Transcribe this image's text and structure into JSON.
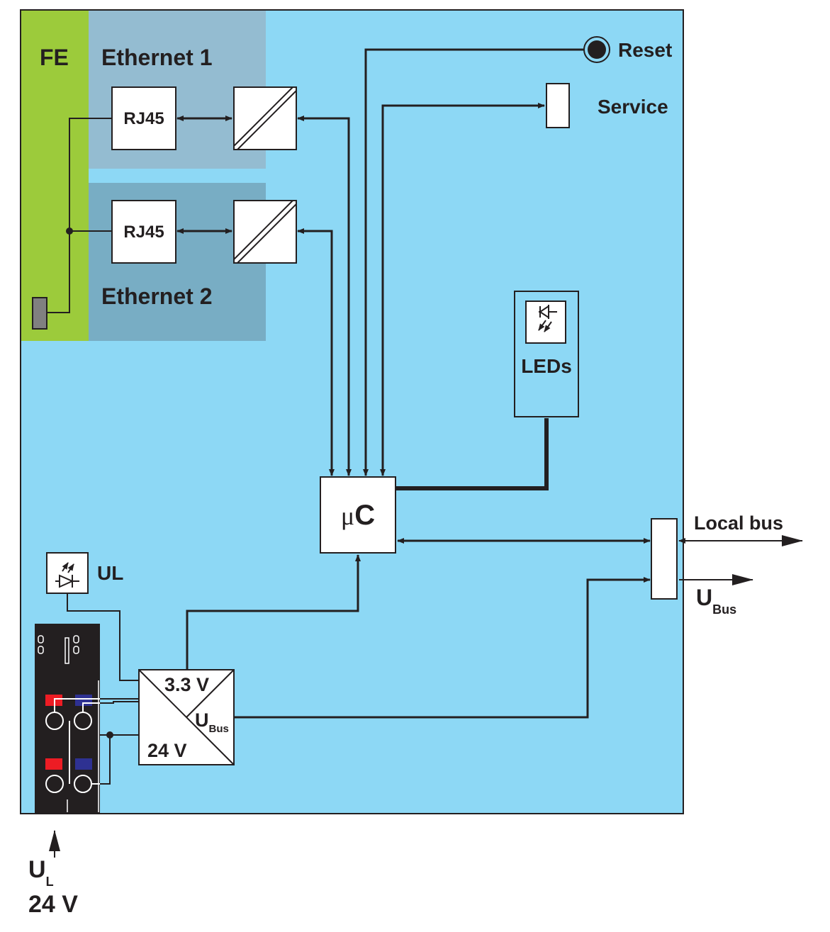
{
  "colors": {
    "module_bg": "#8dd8f5",
    "fe_strip": "#9ccb3b",
    "ethernet1_bg": "#94bcd1",
    "ethernet2_bg": "#78adc4",
    "connector_block": "#231f20",
    "terminal_red": "#ed1c24",
    "terminal_blue": "#2e3192",
    "line": "#231f20"
  },
  "labels": {
    "fe": "FE",
    "ethernet1": "Ethernet 1",
    "ethernet2": "Ethernet 2",
    "rj45_1": "RJ45",
    "rj45_2": "RJ45",
    "reset": "Reset",
    "service": "Service",
    "leds": "LEDs",
    "uc_mu": "μ",
    "uc_c": "C",
    "ul": "UL",
    "local_bus": "Local bus",
    "ubus_out_main": "U",
    "ubus_out_sub": "Bus",
    "v33": "3.3 V",
    "ubus_conv_main": "U",
    "ubus_conv_sub": "Bus",
    "v24_conv": "24 V",
    "ul_in_main": "U",
    "ul_in_sub": "L",
    "v24_in": "24 V"
  },
  "icons": {
    "led_icon": "light-emitting-diode-icon",
    "ul_icon": "light-emitting-diode-icon",
    "reset_button": "push-button-icon",
    "service_switch": "switch-icon",
    "fe_contact": "ground-contact-icon",
    "converter": "signal-converter-icon"
  }
}
